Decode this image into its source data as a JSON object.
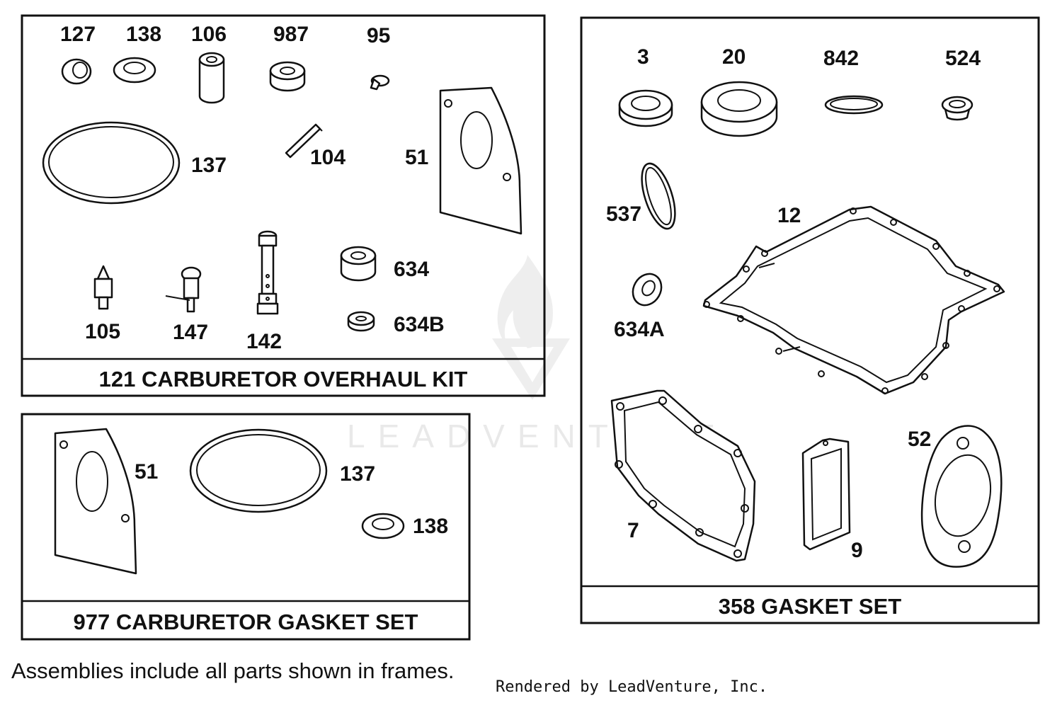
{
  "watermark": {
    "text": "LEADVENTURE"
  },
  "kits": {
    "overhaul": {
      "title": "121 CARBURETOR OVERHAUL KIT",
      "labels": {
        "p127": "127",
        "p138": "138",
        "p106": "106",
        "p987": "987",
        "p95": "95",
        "p137": "137",
        "p104": "104",
        "p51": "51",
        "p634": "634",
        "p634b": "634B",
        "p105": "105",
        "p147": "147",
        "p142": "142"
      }
    },
    "carb_gasket": {
      "title": "977 CARBURETOR GASKET SET",
      "labels": {
        "p51": "51",
        "p137": "137",
        "p138": "138"
      }
    },
    "gasket": {
      "title": "358 GASKET SET",
      "labels": {
        "p3": "3",
        "p20": "20",
        "p842": "842",
        "p524": "524",
        "p537": "537",
        "p12": "12",
        "p634a": "634A",
        "p7": "7",
        "p9": "9",
        "p52": "52"
      }
    }
  },
  "footer": {
    "note": "Assemblies include all parts shown in frames.",
    "credit": "Rendered by LeadVenture, Inc."
  }
}
